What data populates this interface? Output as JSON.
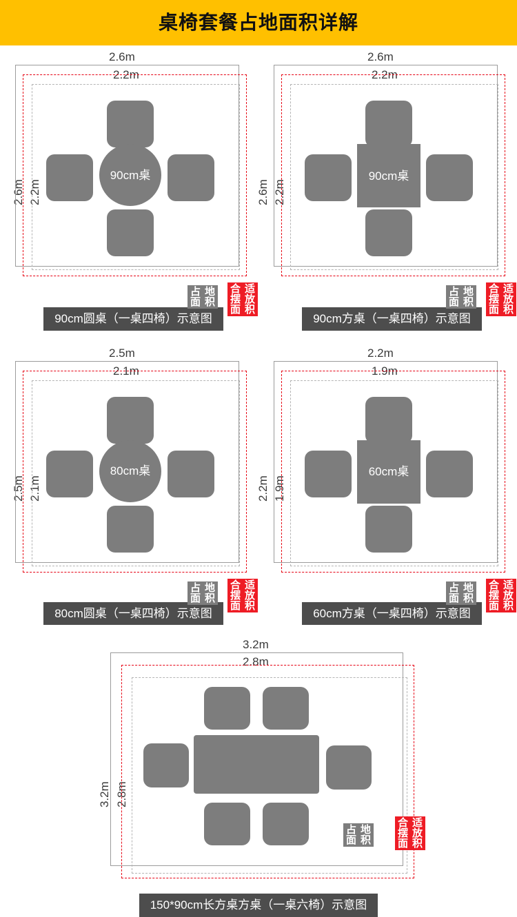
{
  "header": {
    "title": "桌椅套餐占地面积详解",
    "background_color": "#FFC000",
    "text_color": "#111111"
  },
  "legend": {
    "occupied_area_label": "占地面积",
    "occupied_area_chars": [
      "占",
      "地",
      "面",
      "积"
    ],
    "occupied_area_color": "#7d7d7d",
    "suitable_area_label": "合适摆放面积",
    "suitable_area_chars": [
      "合",
      "适",
      "摆",
      "放",
      "面",
      "积"
    ],
    "suitable_area_color": "#ee1c25"
  },
  "colors": {
    "furniture": "#7d7d7d",
    "outer_line": "#9b9b9b",
    "red_dashed": "#e60012",
    "inner_dashed": "#b4b4b4",
    "caption_bar": "#4d4d4d"
  },
  "diagrams": [
    {
      "id": "round-90",
      "caption": "90cm圆桌（一桌四椅）示意图",
      "table_label": "90cm桌",
      "table_shape": "round",
      "chairs": 4,
      "outer_width_label": "2.6m",
      "inner_width_label": "2.2m",
      "outer_height_label": "2.6m",
      "inner_height_label": "2.2m"
    },
    {
      "id": "square-90",
      "caption": "90cm方桌（一桌四椅）示意图",
      "table_label": "90cm桌",
      "table_shape": "square",
      "chairs": 4,
      "outer_width_label": "2.6m",
      "inner_width_label": "2.2m",
      "outer_height_label": "2.6m",
      "inner_height_label": "2.2m"
    },
    {
      "id": "round-80",
      "caption": "80cm圆桌（一桌四椅）示意图",
      "table_label": "80cm桌",
      "table_shape": "round",
      "chairs": 4,
      "outer_width_label": "2.5m",
      "inner_width_label": "2.1m",
      "outer_height_label": "2.5m",
      "inner_height_label": "2.1m"
    },
    {
      "id": "square-60",
      "caption": "60cm方桌（一桌四椅）示意图",
      "table_label": "60cm桌",
      "table_shape": "square",
      "chairs": 4,
      "outer_width_label": "2.2m",
      "inner_width_label": "1.9m",
      "outer_height_label": "2.2m",
      "inner_height_label": "1.9m"
    },
    {
      "id": "rect-150x90",
      "caption": "150*90cm长方桌方桌（一桌六椅）示意图",
      "table_label": "",
      "table_shape": "rect",
      "chairs": 6,
      "outer_width_label": "3.2m",
      "inner_width_label": "2.8m",
      "outer_height_label": "3.2m",
      "inner_height_label": "2.8m"
    }
  ]
}
